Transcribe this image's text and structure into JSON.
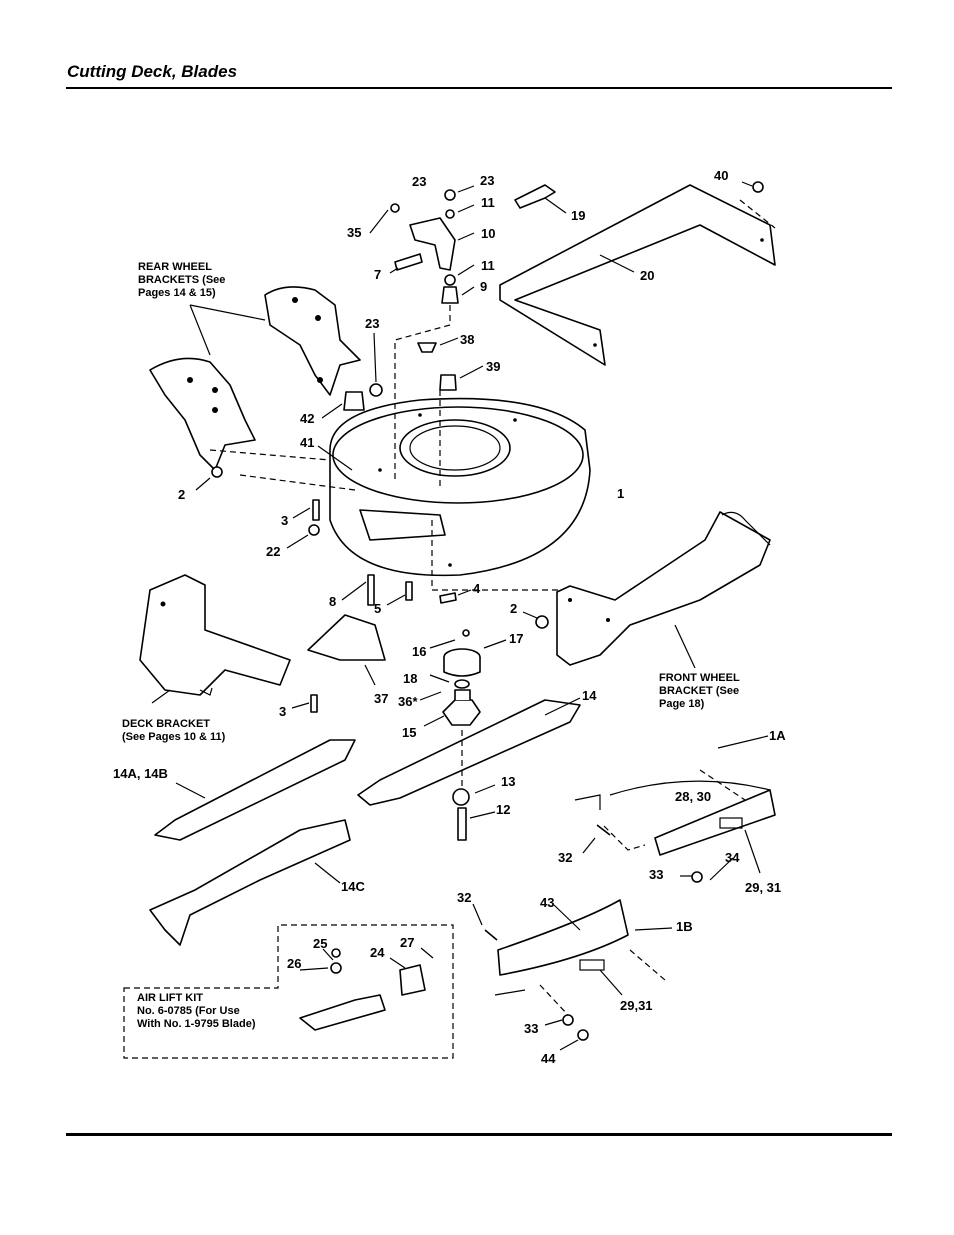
{
  "page": {
    "title": "Cutting Deck, Blades"
  },
  "callouts": [
    {
      "id": "c23a",
      "text": "23"
    },
    {
      "id": "c23b",
      "text": "23"
    },
    {
      "id": "c40",
      "text": "40"
    },
    {
      "id": "c11a",
      "text": "11"
    },
    {
      "id": "c19",
      "text": "19"
    },
    {
      "id": "c35",
      "text": "35"
    },
    {
      "id": "c10",
      "text": "10"
    },
    {
      "id": "c7",
      "text": "7"
    },
    {
      "id": "c11b",
      "text": "11"
    },
    {
      "id": "c9",
      "text": "9"
    },
    {
      "id": "c20",
      "text": "20"
    },
    {
      "id": "c23c",
      "text": "23"
    },
    {
      "id": "c38",
      "text": "38"
    },
    {
      "id": "c39",
      "text": "39"
    },
    {
      "id": "c42",
      "text": "42"
    },
    {
      "id": "c41",
      "text": "41"
    },
    {
      "id": "c1",
      "text": "1"
    },
    {
      "id": "c2a",
      "text": "2"
    },
    {
      "id": "c3a",
      "text": "3"
    },
    {
      "id": "c22",
      "text": "22"
    },
    {
      "id": "c8",
      "text": "8"
    },
    {
      "id": "c5",
      "text": "5"
    },
    {
      "id": "c4",
      "text": "4"
    },
    {
      "id": "c2b",
      "text": "2"
    },
    {
      "id": "c16",
      "text": "16"
    },
    {
      "id": "c17",
      "text": "17"
    },
    {
      "id": "c18",
      "text": "18"
    },
    {
      "id": "c36",
      "text": "36*"
    },
    {
      "id": "c37",
      "text": "37"
    },
    {
      "id": "c3b",
      "text": "3"
    },
    {
      "id": "c15",
      "text": "15"
    },
    {
      "id": "c14",
      "text": "14"
    },
    {
      "id": "c1A",
      "text": "1A"
    },
    {
      "id": "c14AB",
      "text": "14A, 14B"
    },
    {
      "id": "c13",
      "text": "13"
    },
    {
      "id": "c12",
      "text": "12"
    },
    {
      "id": "c2830",
      "text": "28, 30"
    },
    {
      "id": "c32a",
      "text": "32"
    },
    {
      "id": "c34",
      "text": "34"
    },
    {
      "id": "c33a",
      "text": "33"
    },
    {
      "id": "c2931a",
      "text": "29, 31"
    },
    {
      "id": "c14C",
      "text": "14C"
    },
    {
      "id": "c32b",
      "text": "32"
    },
    {
      "id": "c43",
      "text": "43"
    },
    {
      "id": "c1B",
      "text": "1B"
    },
    {
      "id": "c25",
      "text": "25"
    },
    {
      "id": "c27",
      "text": "27"
    },
    {
      "id": "c26",
      "text": "26"
    },
    {
      "id": "c24",
      "text": "24"
    },
    {
      "id": "c2931b",
      "text": "29,31"
    },
    {
      "id": "c33b",
      "text": "33"
    },
    {
      "id": "c44",
      "text": "44"
    }
  ],
  "notes": {
    "rear_wheel": [
      "REAR WHEEL",
      "BRACKETS (See",
      "Pages 14 & 15)"
    ],
    "front_wheel": [
      "FRONT WHEEL",
      "BRACKET (See",
      "Page 18)"
    ],
    "deck_bracket": [
      "DECK BRACKET",
      "(See Pages 10 & 11)"
    ],
    "air_lift": [
      "AIR LIFT KIT",
      "No. 6-0785 (For Use",
      "With No. 1-9795 Blade)"
    ]
  }
}
